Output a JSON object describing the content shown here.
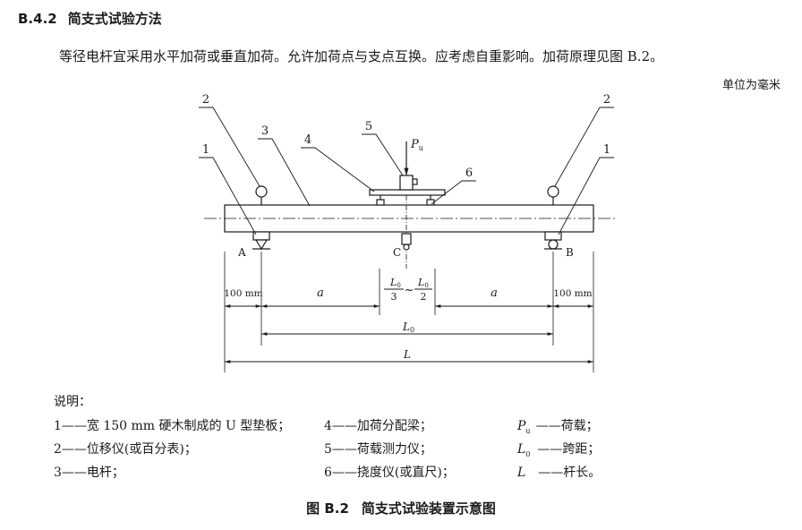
{
  "section": {
    "number": "B.4.2",
    "title": "简支式试验方法"
  },
  "paragraph": "等径电杆宜采用水平加荷或垂直加荷。允许加荷点与支点互换。应考虑自重影响。加荷原理见图 B.2。",
  "unit_note": "单位为毫米",
  "diagram": {
    "callouts": [
      "1",
      "2",
      "3",
      "4",
      "5",
      "6"
    ],
    "load_label": "P",
    "load_sub": "u",
    "point_a": "A",
    "point_b": "B",
    "point_c": "C",
    "dim_100": "100 mm",
    "dim_a": "a",
    "frac_num": "L",
    "frac_num_sub": "0",
    "frac_den_left": "3",
    "frac_den_right": "2",
    "frac_tilde": "~",
    "dim_l0": "L",
    "dim_l0_sub": "0",
    "dim_l": "L"
  },
  "legend": {
    "title": "说明：",
    "items": [
      "1——宽 150 mm 硬木制成的 U 型垫板；",
      "2——位移仪(或百分表)；",
      "3——电杆；",
      "4——加荷分配梁；",
      "5——荷载测力仪；",
      "6——挠度仪(或直尺)；",
      "P",
      "u",
      "——荷载；",
      "L",
      "0",
      "——跨距；",
      "L",
      "——杆长。"
    ]
  },
  "caption": {
    "number": "图 B.2",
    "title": "简支式试验装置示意图"
  }
}
